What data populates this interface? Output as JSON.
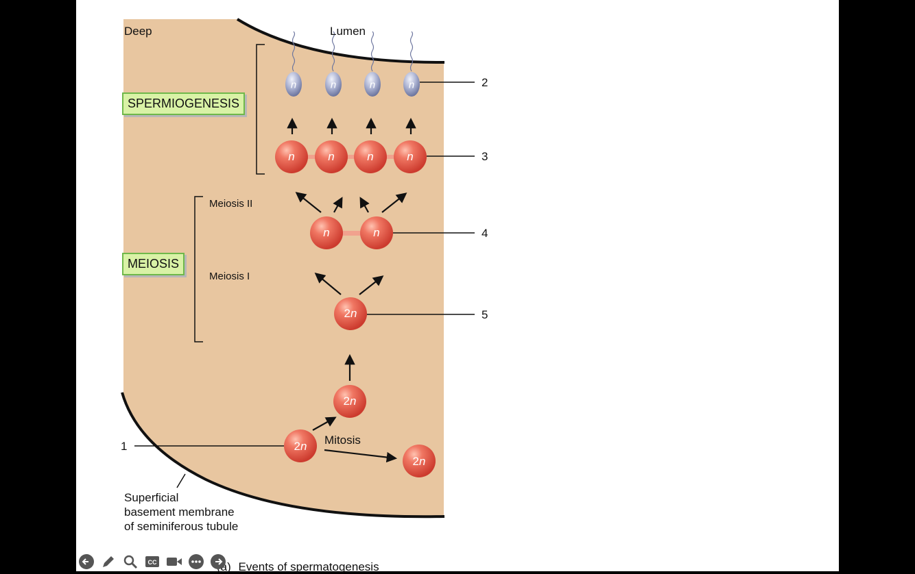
{
  "labels": {
    "deep": "Deep",
    "lumen": "Lumen",
    "spermiogenesis": "SPERMIOGENESIS",
    "meiosis": "MEIOSIS",
    "meiosis_ii": "Meiosis II",
    "meiosis_i": "Meiosis I",
    "mitosis": "Mitosis",
    "superficial_line1": "Superficial",
    "superficial_line2": "basement membrane",
    "superficial_line3": "of seminiferous tubule"
  },
  "callouts": [
    "1",
    "2",
    "3",
    "4",
    "5"
  ],
  "cells": {
    "spermatozoa": [
      "n",
      "n",
      "n",
      "n"
    ],
    "spermatids": [
      "n",
      "n",
      "n",
      "n"
    ],
    "secondary": [
      "n",
      "n"
    ],
    "primary": "2n",
    "mitosis_top": "2n",
    "mitosis_origin": "2n",
    "mitosis_right": "2n"
  },
  "caption": {
    "letter": "(a)",
    "text": "Events of spermatogenesis"
  },
  "toolbar": {
    "icons": [
      "back-arrow-icon",
      "pen-icon",
      "search-icon",
      "captions-icon",
      "video-icon",
      "more-icon",
      "forward-arrow-icon"
    ]
  },
  "colors": {
    "tissue": "#e8c6a0",
    "cell": "#e8584a",
    "sperm": "#9aa3c6",
    "label_fill": "#d9f2a6",
    "label_border": "#6fb84a"
  }
}
